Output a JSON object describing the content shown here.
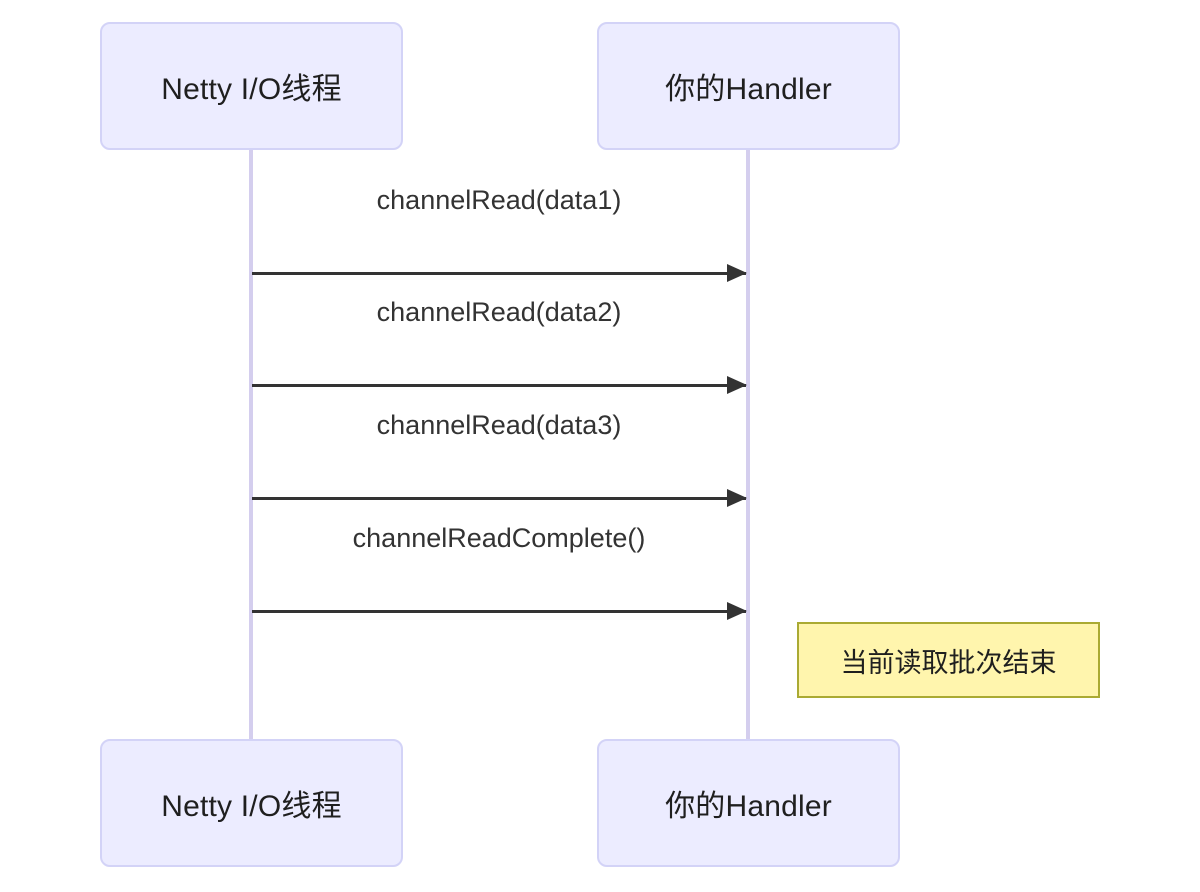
{
  "diagram": {
    "type": "sequence-diagram",
    "colors": {
      "actor_fill": "#ECECFF",
      "actor_border": "#D3D3F7",
      "lifeline": "#D4CEEE",
      "arrow": "#333333",
      "note_fill": "#FFF5AD",
      "note_border": "#AAAA33",
      "text": "#1f1f1f",
      "background": "#FFFFFF"
    },
    "participants": [
      {
        "id": "netty-io-thread",
        "label": "Netty I/O线程"
      },
      {
        "id": "your-handler",
        "label": "你的Handler"
      }
    ],
    "messages": [
      {
        "index": 1,
        "from": "netty-io-thread",
        "to": "your-handler",
        "label": "channelRead(data1)",
        "arrow": "solid-arrow"
      },
      {
        "index": 2,
        "from": "netty-io-thread",
        "to": "your-handler",
        "label": "channelRead(data2)",
        "arrow": "solid-arrow"
      },
      {
        "index": 3,
        "from": "netty-io-thread",
        "to": "your-handler",
        "label": "channelRead(data3)",
        "arrow": "solid-arrow"
      },
      {
        "index": 4,
        "from": "netty-io-thread",
        "to": "your-handler",
        "label": "channelReadComplete()",
        "arrow": "solid-arrow"
      }
    ],
    "notes": [
      {
        "id": "batch-end-note",
        "over": "your-handler",
        "position": "right-of",
        "label": "当前读取批次结束"
      }
    ]
  }
}
